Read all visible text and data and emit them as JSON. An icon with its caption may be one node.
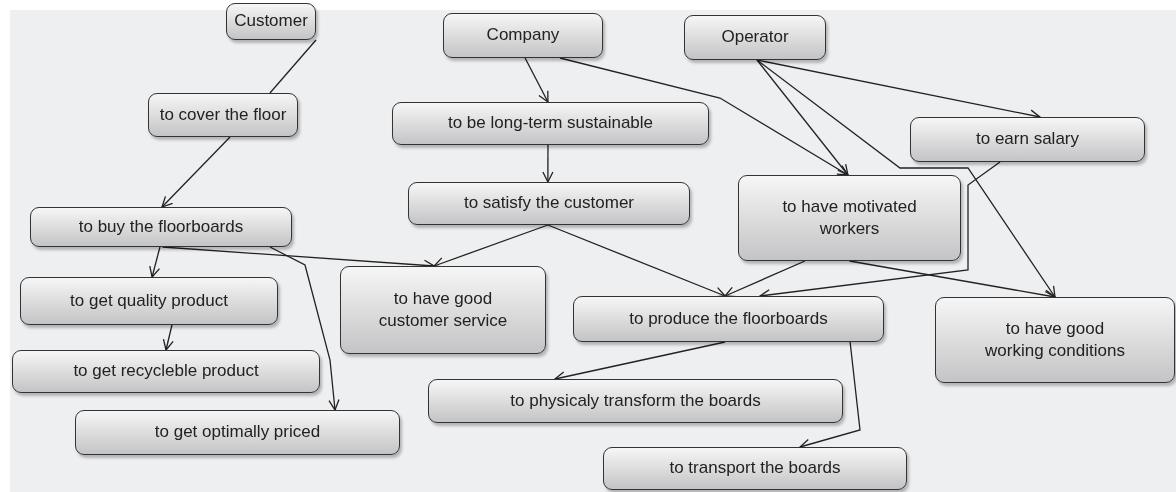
{
  "diagram": {
    "nodes": [
      {
        "text": [
          "Customer"
        ]
      },
      {
        "text": [
          "Company"
        ]
      },
      {
        "text": [
          "Operator"
        ]
      },
      {
        "text": [
          "to cover the floor"
        ]
      },
      {
        "text": [
          "to be long-term sustainable"
        ]
      },
      {
        "text": [
          "to earn salary"
        ]
      },
      {
        "text": [
          "to satisfy the customer"
        ]
      },
      {
        "text": [
          "to have motivated workers"
        ]
      },
      {
        "text": [
          "to buy the floorboards"
        ]
      },
      {
        "text": [
          "to get quality product"
        ]
      },
      {
        "text": [
          "to have good customer service"
        ]
      },
      {
        "text": [
          "to produce the floorboards"
        ]
      },
      {
        "text": [
          "to have good working conditions"
        ]
      },
      {
        "text": [
          "to get recycleble product"
        ]
      },
      {
        "text": [
          "to get optimally priced"
        ]
      },
      {
        "text": [
          "to physicaly transform the boards"
        ]
      },
      {
        "text": [
          "to transport the boards"
        ]
      }
    ],
    "edges": [
      {
        "from": 0,
        "to": 3,
        "arrow": "none"
      },
      {
        "from": 3,
        "to": 8,
        "arrow": "to"
      },
      {
        "from": 8,
        "to": 9,
        "arrow": "to"
      },
      {
        "from": 9,
        "to": 13,
        "arrow": "to"
      },
      {
        "from": 8,
        "to": 14,
        "arrow": "to"
      },
      {
        "from": 8,
        "to": 10,
        "arrow": "to"
      },
      {
        "from": 1,
        "to": 4,
        "arrow": "to"
      },
      {
        "from": 1,
        "to": 7,
        "arrow": "to"
      },
      {
        "from": 4,
        "to": 6,
        "arrow": "to"
      },
      {
        "from": 6,
        "to": 10,
        "arrow": "to"
      },
      {
        "from": 6,
        "to": 11,
        "arrow": "to"
      },
      {
        "from": 2,
        "to": 7,
        "arrow": "to"
      },
      {
        "from": 2,
        "to": 5,
        "arrow": "to"
      },
      {
        "from": 2,
        "to": 12,
        "arrow": "to"
      },
      {
        "from": 5,
        "to": 11,
        "arrow": "to"
      },
      {
        "from": 7,
        "to": 11,
        "arrow": "to"
      },
      {
        "from": 7,
        "to": 12,
        "arrow": "to"
      },
      {
        "from": 11,
        "to": 15,
        "arrow": "to"
      },
      {
        "from": 11,
        "to": 16,
        "arrow": "to"
      }
    ]
  }
}
